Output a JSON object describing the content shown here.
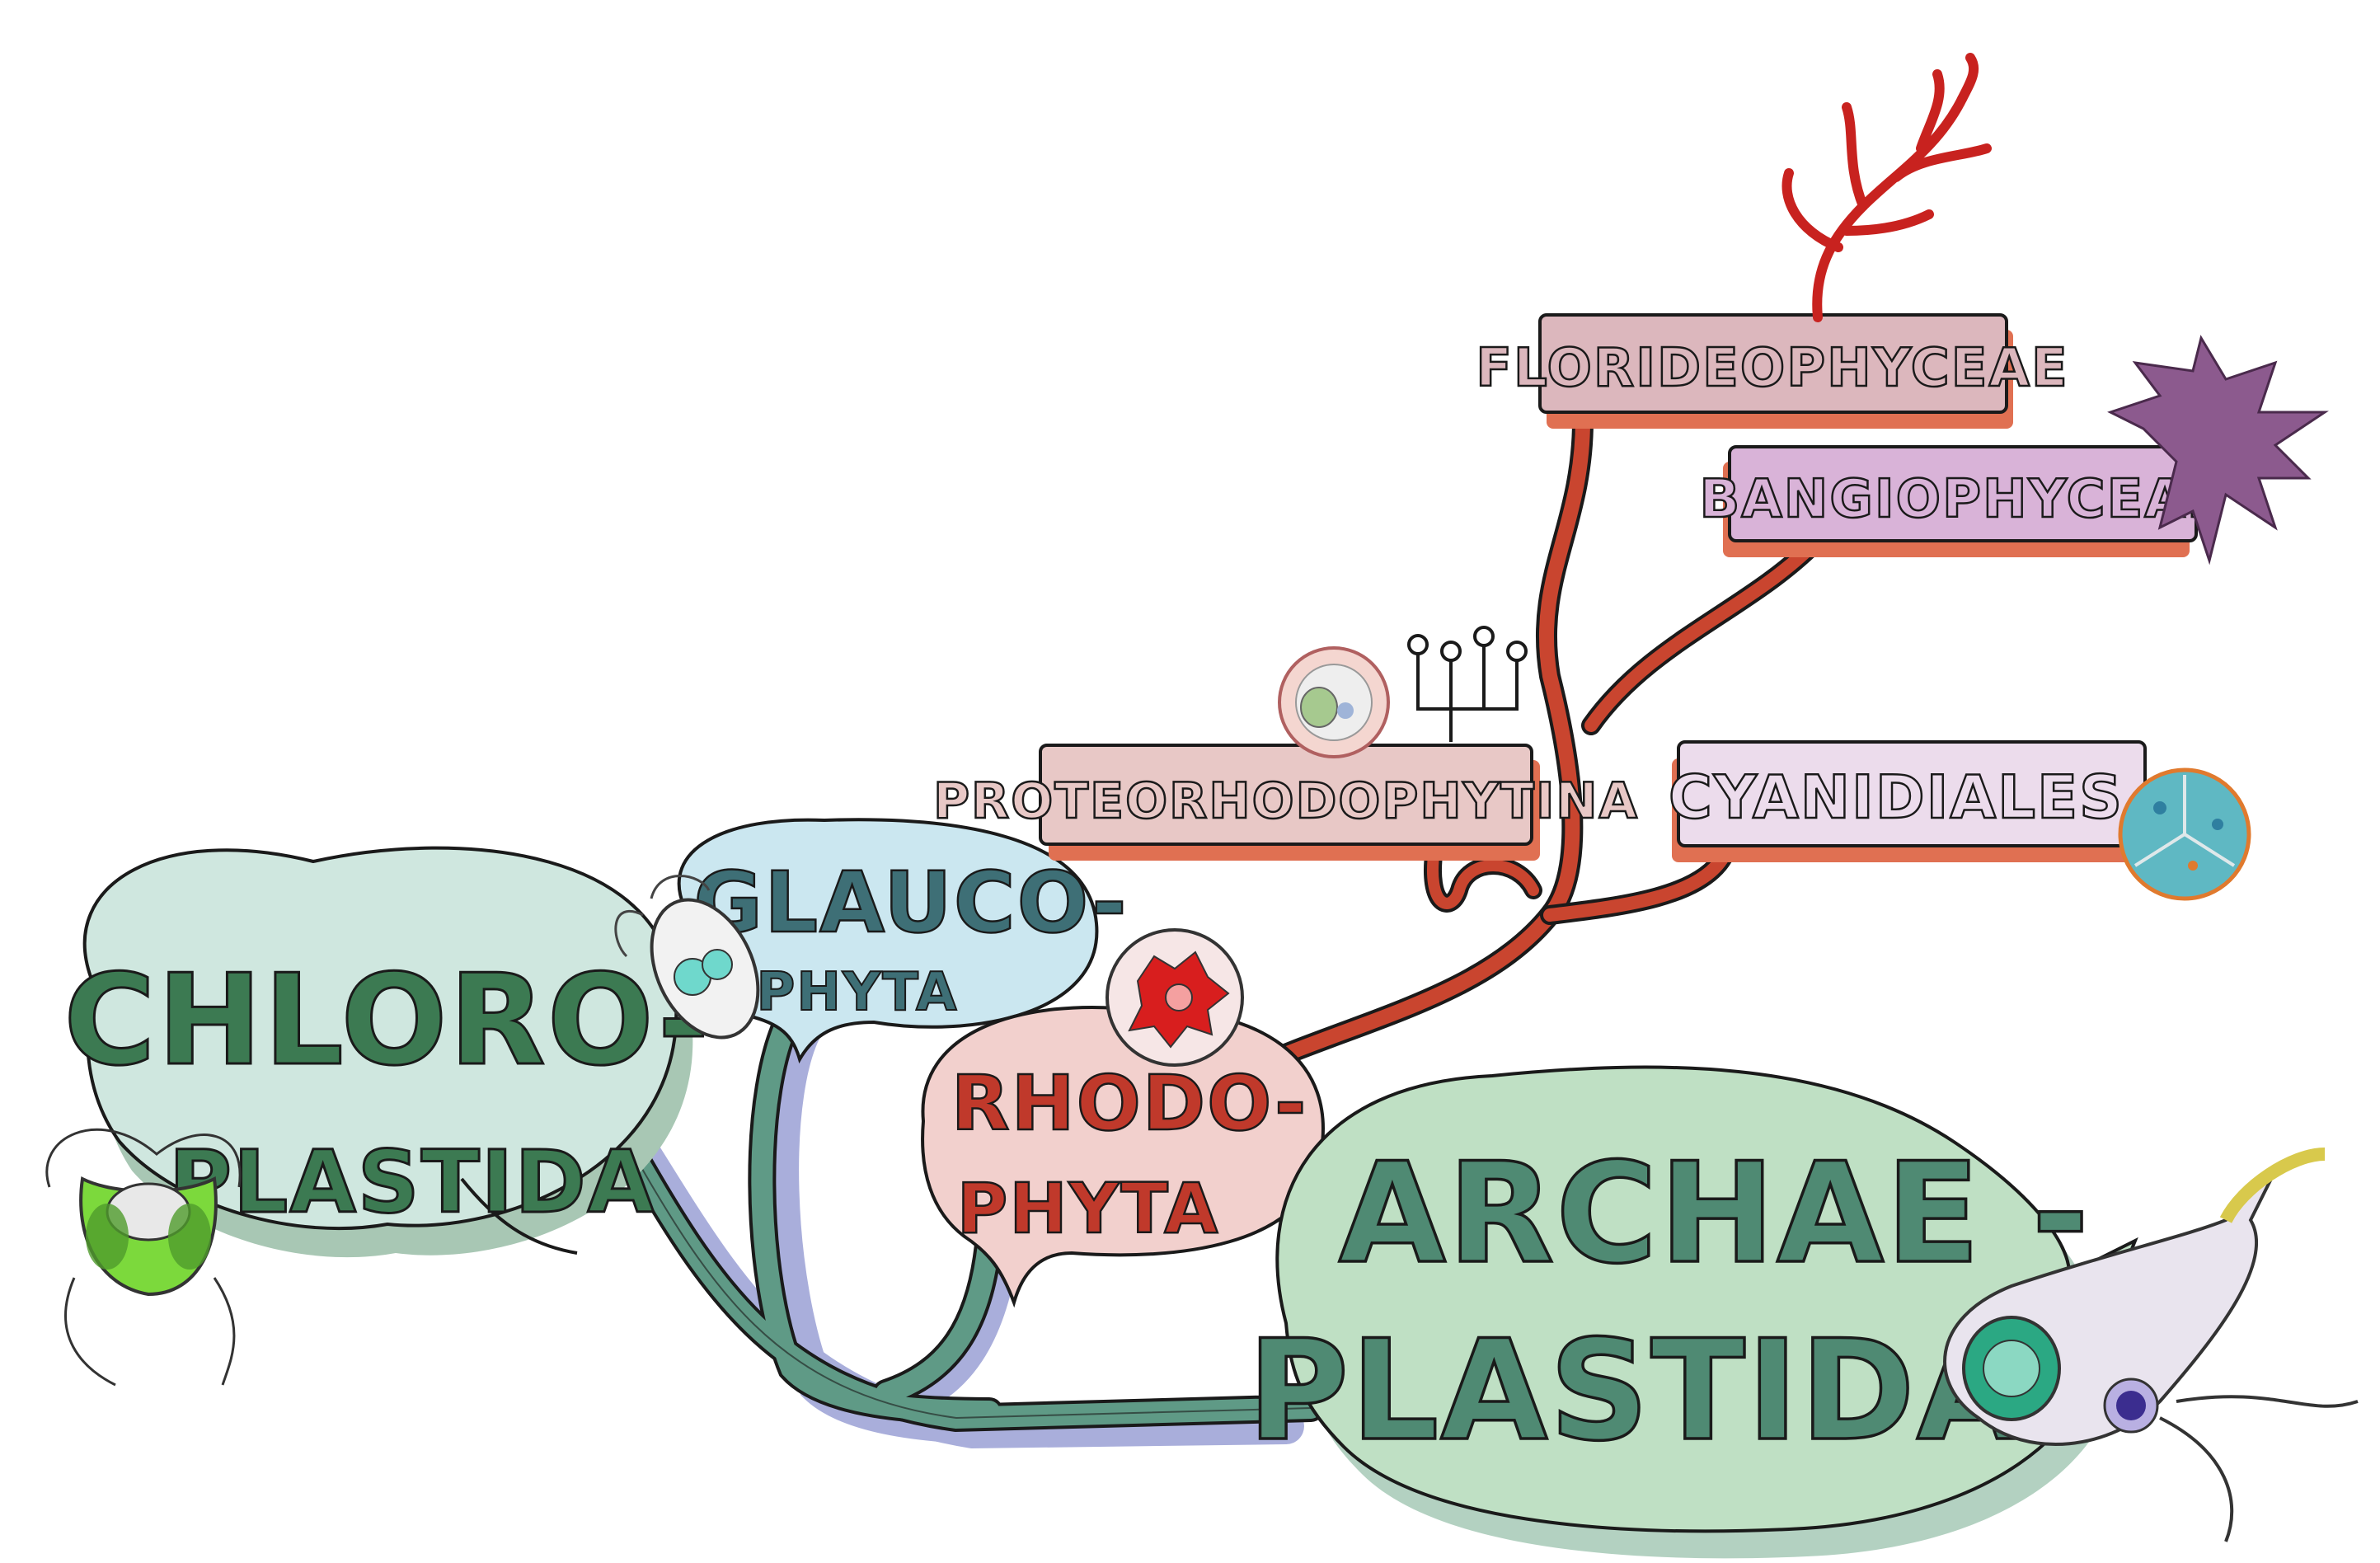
{
  "nodes": {
    "archaeplastida": {
      "line1": "ARCHAE -",
      "line2": "PLASTIDA",
      "fill": "#bfe0c4",
      "text": "#4f8a73"
    },
    "chloroplastida": {
      "line1": "CHLORO-",
      "line2": "PLASTIDA",
      "fill": "#cfe7df",
      "text": "#3c7a52"
    },
    "glaucophyta": {
      "line1": "GLAUCO-",
      "line2": "PHYTA",
      "fill": "#cbe7f0",
      "text": "#3e6f76"
    },
    "rhodophyta": {
      "line1": "RHODO-",
      "line2": "PHYTA",
      "fill": "#f2d0cd",
      "text": "#c0392b"
    },
    "proteorhodophytina": {
      "label": "PROTEORHODOPHYTINA",
      "fill": "#e8c8c6",
      "shadow": "#e07052"
    },
    "florideophyceae": {
      "label": "FLORIDEOPHYCEAE",
      "fill": "#dcb7bd",
      "shadow": "#e07052"
    },
    "bangiophyceae": {
      "label": "BANGIOPHYCEAE",
      "fill": "#d9b3d8",
      "shadow": "#e07052"
    },
    "cyanidiales": {
      "label": "CYANIDIALES",
      "fill": "#ecdcec",
      "shadow": "#e07052"
    }
  },
  "colors": {
    "green_branch": "#5f9a86",
    "red_branch": "#c9452f",
    "shadow_blue": "#a9aedb",
    "outline": "#1a1a1a"
  },
  "icons": [
    "green-alga-icon",
    "glaucophyte-cell-icon",
    "red-cell-icon",
    "proteorhodophytina-cell-icon",
    "branching-tree-icon",
    "red-seaweed-icon",
    "purple-seaweed-icon",
    "cyanidiales-cell-icon",
    "flagellate-cell-icon"
  ]
}
